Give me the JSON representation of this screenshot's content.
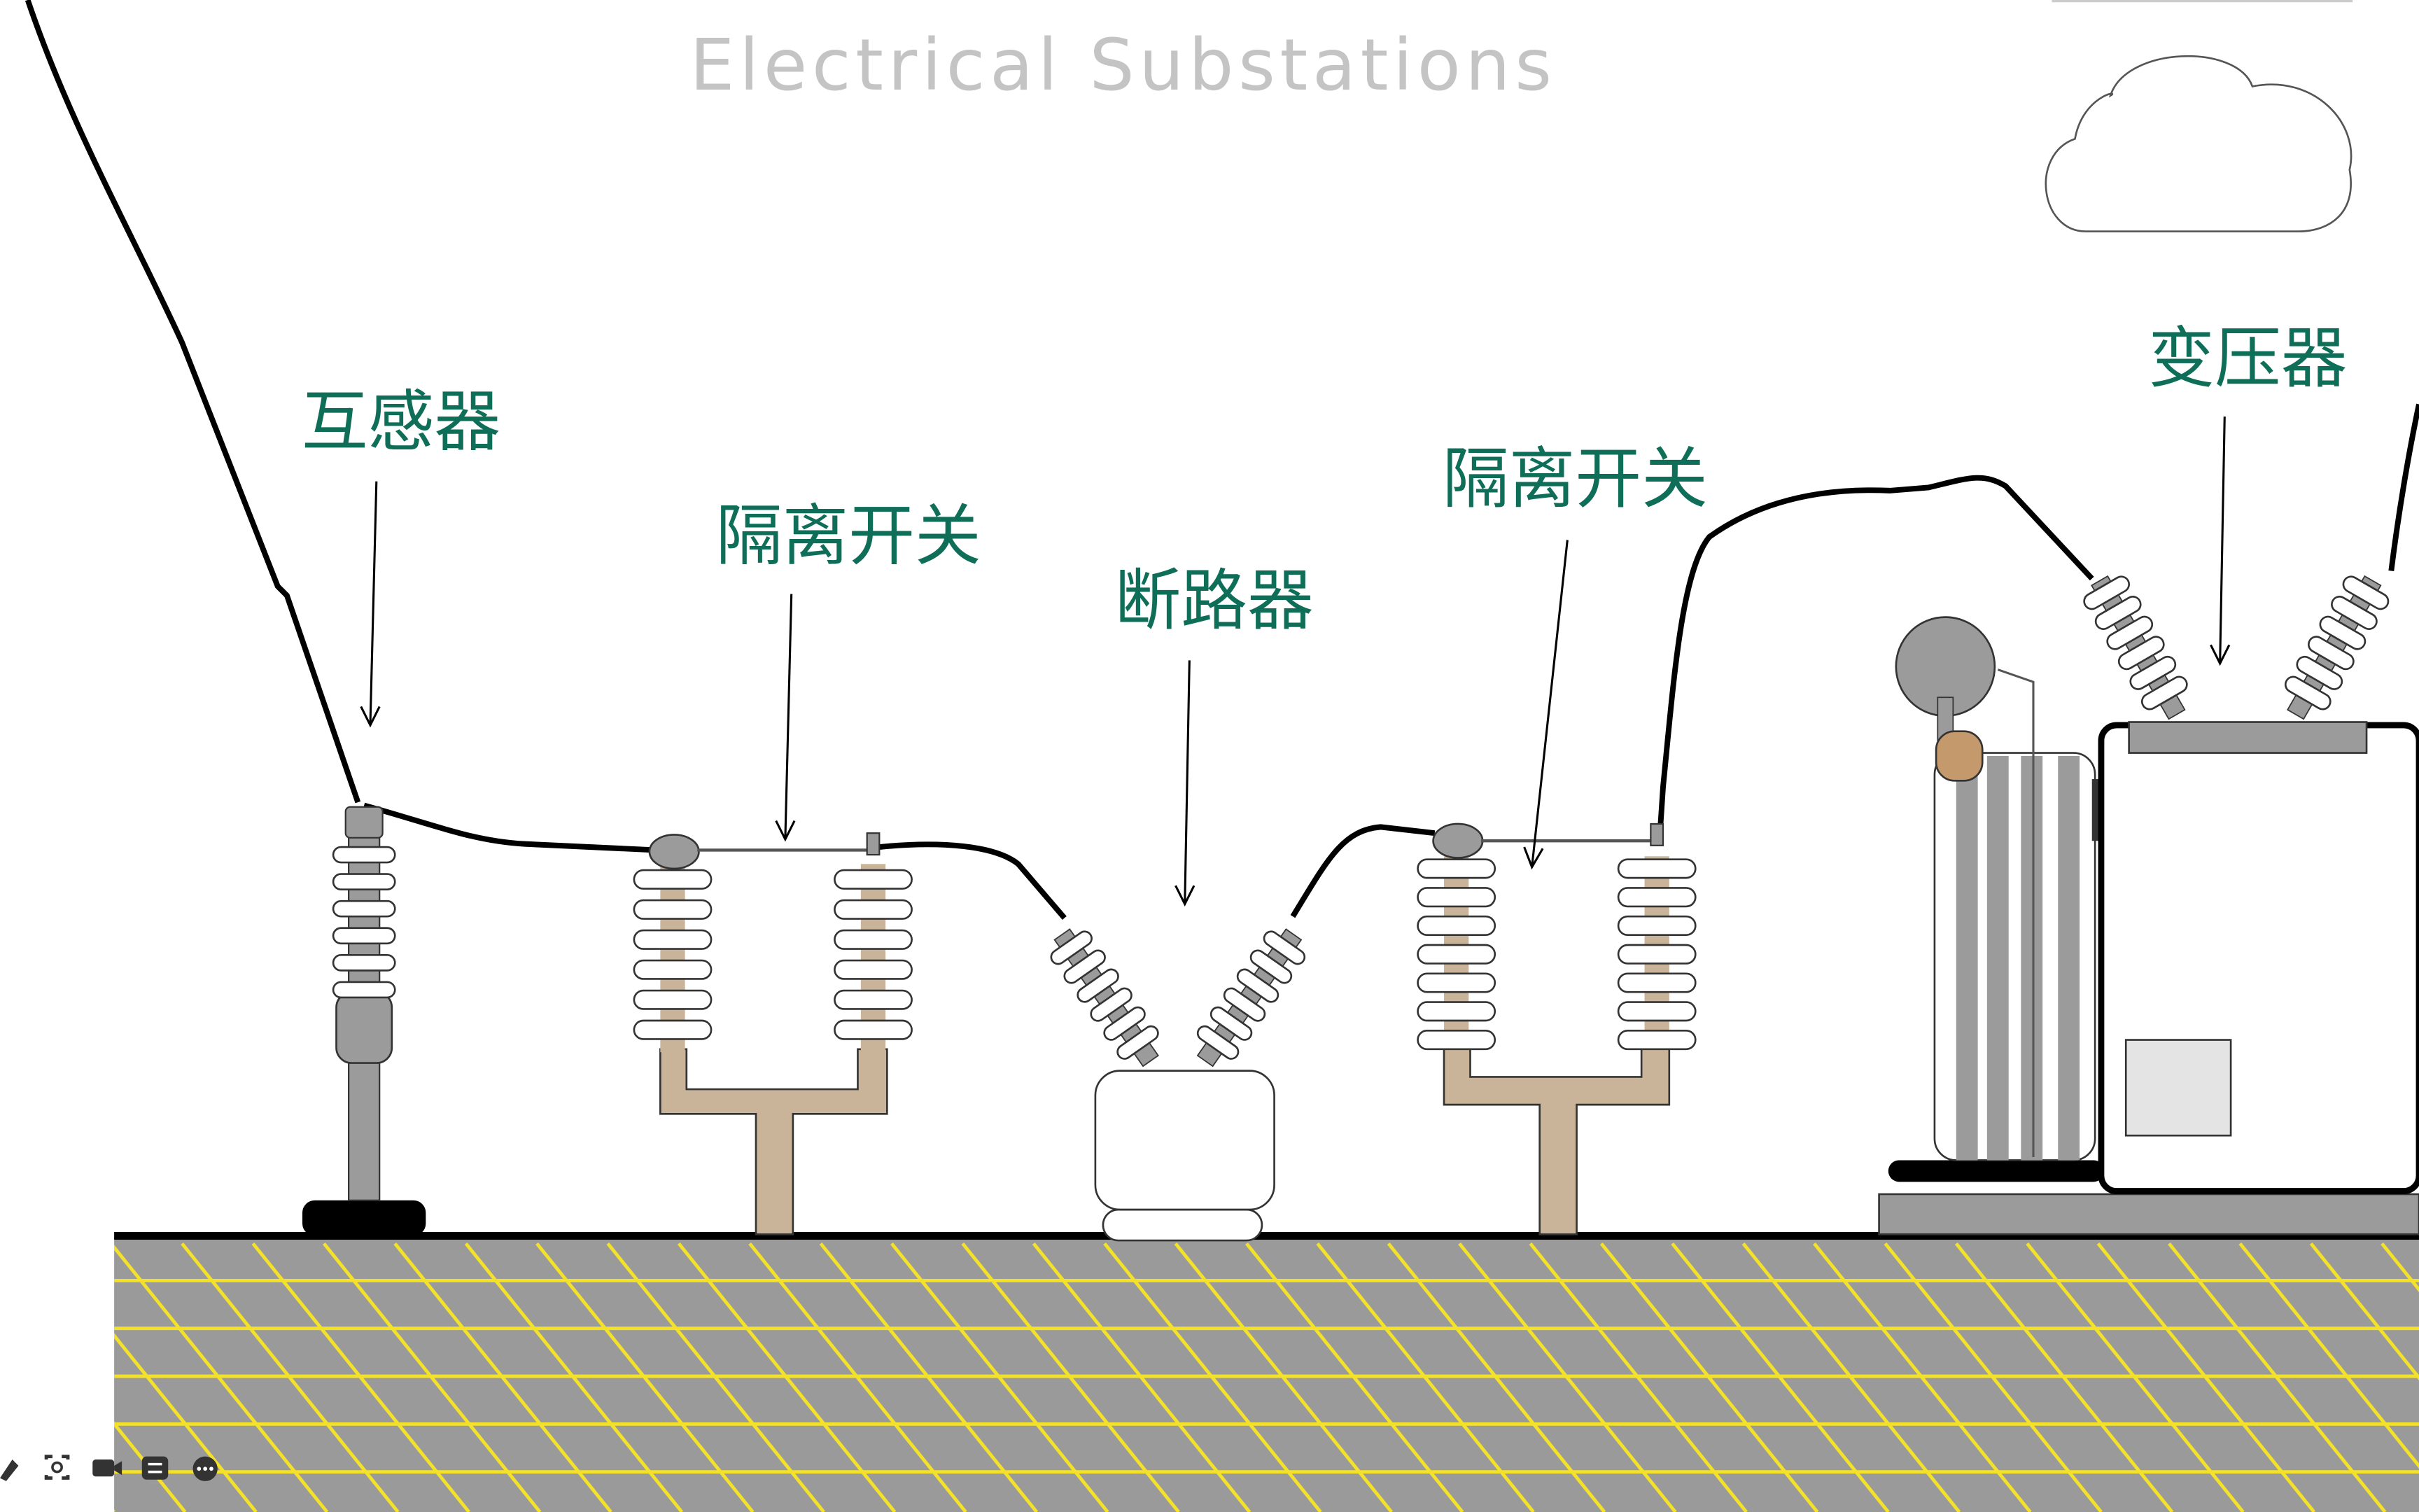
{
  "title": "Electrical Substations",
  "labels": {
    "transformer_ct": "互感器",
    "disconnect_switch_1": "隔离开关",
    "circuit_breaker": "断路器",
    "disconnect_switch_2": "隔离开关",
    "power_transformer": "变压器"
  },
  "toolbar": {
    "icons": [
      "pen-icon",
      "screenshot-icon",
      "camera-icon",
      "subtitle-icon",
      "more-icon"
    ]
  },
  "colors": {
    "label": "#0f6e58",
    "title": "#c4c4c4",
    "ground": "#9a9a9a",
    "grid": "#f4e22a",
    "support": "#c9b49a",
    "insulator": "#ffffff",
    "metal": "#9b9b9b",
    "clamp": "#c49a6c",
    "wire": "#000000"
  }
}
